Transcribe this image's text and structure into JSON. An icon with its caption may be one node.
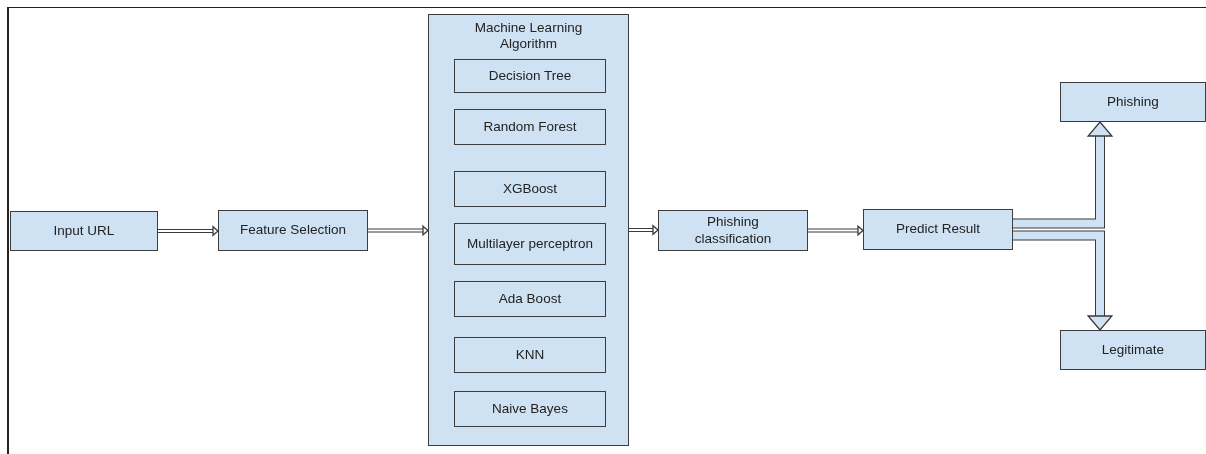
{
  "diagram": {
    "nodes": [
      {
        "text": [
          "Input URL"
        ]
      },
      {
        "text": [
          "Feature Selection"
        ]
      },
      {
        "text": [
          "Machine Learning Algorithm"
        ]
      },
      {
        "text": [
          "Decision Tree"
        ],
        "in": 2
      },
      {
        "text": [
          "Random Forest"
        ],
        "in": 2
      },
      {
        "text": [
          "XGBoost"
        ],
        "in": 2
      },
      {
        "text": [
          "Multilayer perceptron"
        ],
        "in": 2
      },
      {
        "text": [
          "Ada Boost"
        ],
        "in": 2
      },
      {
        "text": [
          "KNN"
        ],
        "in": 2
      },
      {
        "text": [
          "Naive Bayes"
        ],
        "in": 2
      },
      {
        "text": [
          "Phishing classification"
        ]
      },
      {
        "text": [
          "Predict Result"
        ]
      },
      {
        "text": [
          "Phishing"
        ]
      },
      {
        "text": [
          "Legitimate"
        ]
      }
    ],
    "edges": [
      {
        "from": 0,
        "to": 1,
        "arrow": "to"
      },
      {
        "from": 1,
        "to": 2,
        "arrow": "to"
      },
      {
        "from": 2,
        "to": 10,
        "arrow": "to"
      },
      {
        "from": 10,
        "to": 11,
        "arrow": "to"
      },
      {
        "from": 11,
        "to": 12,
        "arrow": "to",
        "style": "thick"
      },
      {
        "from": 11,
        "to": 13,
        "arrow": "to",
        "style": "thick"
      }
    ]
  }
}
